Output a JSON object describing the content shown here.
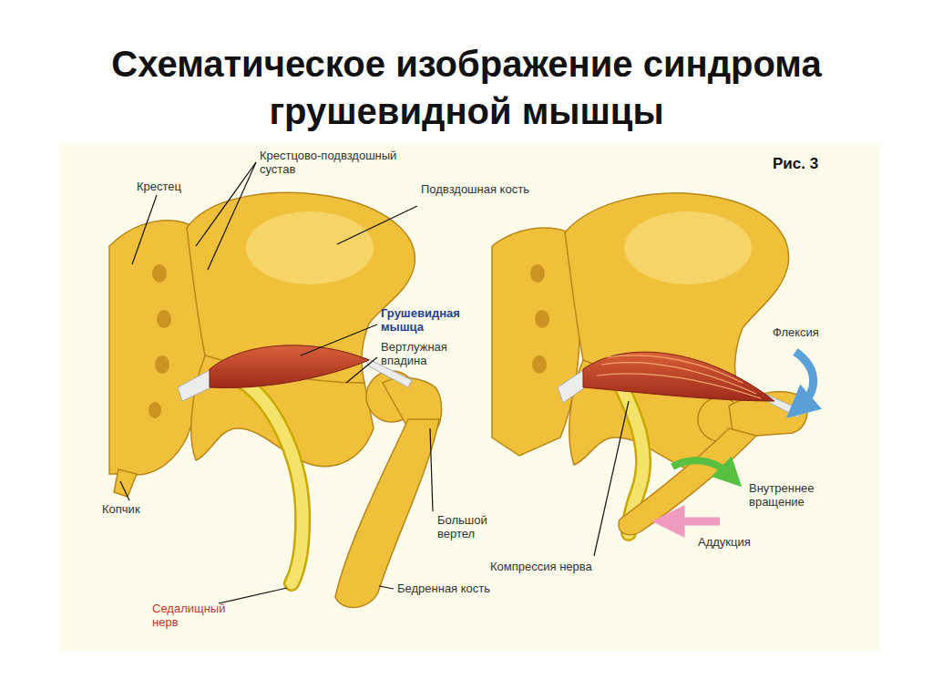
{
  "diagram": {
    "title": "Схематическое изображение синдрома грушевидной мышцы",
    "labels": [
      "Крестец",
      "Крестцово-подвздошный сустав",
      "Подвздошная кость",
      "Рис. 3",
      "Грушевидная мышца",
      "Вертлужная впадина",
      "Флексия",
      "Внутреннее вращение",
      "Копчик",
      "Большой вертел",
      "Аддукция",
      "Компрессия нерва",
      "Бедренная кость",
      "Седалищный нерв"
    ]
  }
}
